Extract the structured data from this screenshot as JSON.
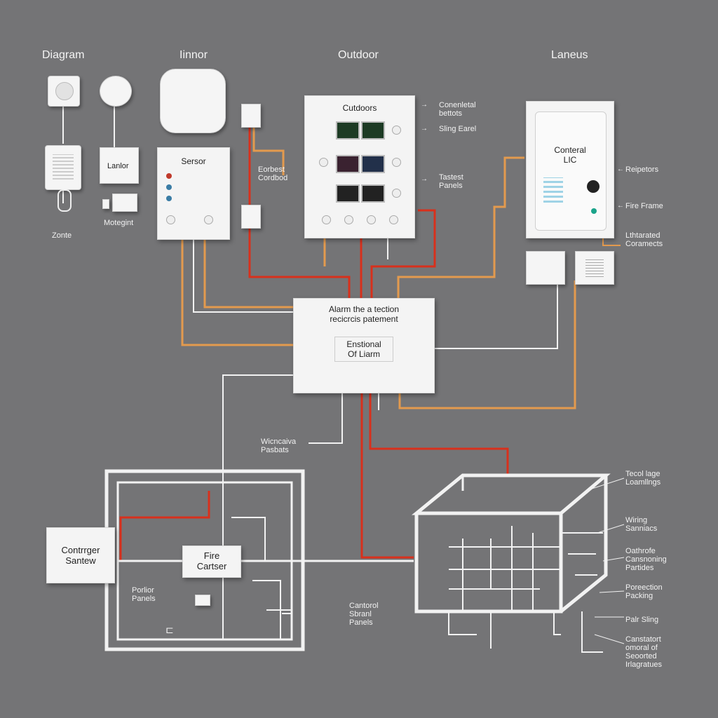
{
  "headers": {
    "diagram": "Diagram",
    "indoor": "Iinnor",
    "outdoor": "Outdoor",
    "lanes": "Laneus"
  },
  "left_devices": {
    "zone_label": "Zonte",
    "lanlor_label": "Lanlor",
    "motion_label": "Motegint"
  },
  "sensor_panel": {
    "title": "Sersor"
  },
  "outdoor_panel": {
    "title": "Cutdoors"
  },
  "outdoor_callouts": {
    "top": "Conenletal\nbettots",
    "middle": "Sling Earel",
    "lower": "Tastest\nPanels",
    "side": "Eorbest\nCordbod"
  },
  "control_panel": {
    "title": "Conteral\nLIC",
    "callout_top": "Reipetors",
    "callout_mid": "Fire Frame",
    "callout_bottom": "Lthtarated\nCoramects"
  },
  "central_box": {
    "title": "Alarm the a tection\nrecicrcis patement",
    "inner": "Enstional\nOf Liarm"
  },
  "wiring_label": "Wicncaiva\nPasbats",
  "floorplan": {
    "controller": "Contrrger\nSantew",
    "fire_center": "Fire\nCartser",
    "panels": "Porlior\nPanels"
  },
  "central_panels_label": "Cantorol\nSbranl\nPanels",
  "building_callouts": {
    "c1": "Tecol lage\nLoamllngs",
    "c2": "Wiring\nSanniacs",
    "c3": "Oathrofe\nCansnoning\nPartides",
    "c4": "Poreection\nPacking",
    "c5": "Palr Sling",
    "c6": "Canstatort\nomoral of\nSeoorted\nIrlagratues"
  },
  "colors": {
    "background": "#747476",
    "red_wire": "#d8301c",
    "orange_wire": "#e39a4e",
    "white_line": "#f2f2f2"
  }
}
